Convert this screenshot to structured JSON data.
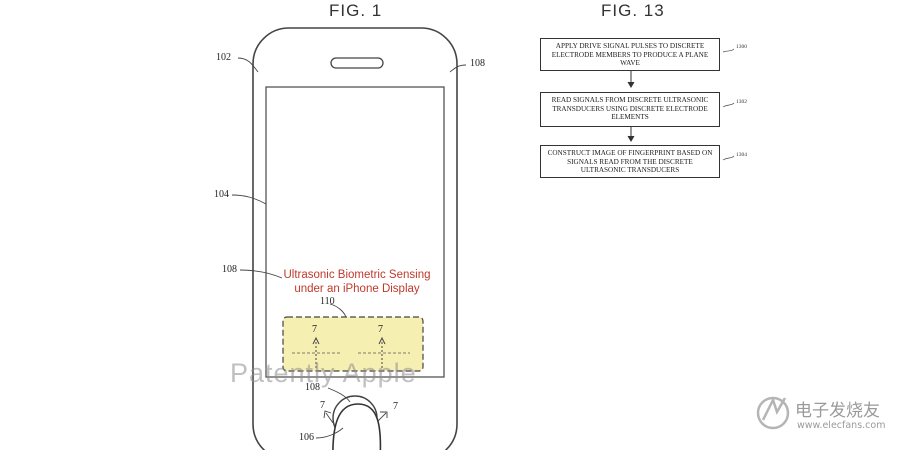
{
  "fig1": {
    "title": "FIG. 1",
    "refs": {
      "r102": "102",
      "r108_top": "108",
      "r104": "104",
      "r108_mid": "108",
      "r110": "110",
      "r108_bottom": "108",
      "r106": "106",
      "seven_a": "7",
      "seven_b": "7",
      "seven_c": "7",
      "seven_d": "7"
    },
    "caption_line1": "Ultrasonic Biometric Sensing",
    "caption_line2": "under an iPhone Display"
  },
  "fig13": {
    "title": "FIG. 13",
    "steps": [
      {
        "text": "APPLY DRIVE SIGNAL PULSES TO DISCRETE ELECTRODE MEMBERS TO PRODUCE A PLANE WAVE",
        "ref": "1300"
      },
      {
        "text": "READ SIGNALS FROM DISCRETE ULTRASONIC TRANSDUCERS USING DISCRETE ELECTRODE ELEMENTS",
        "ref": "1302"
      },
      {
        "text": "CONSTRUCT IMAGE OF FINGERPRINT BASED ON SIGNALS READ FROM THE DISCRETE ULTRASONIC TRANSDUCERS",
        "ref": "1304"
      }
    ]
  },
  "watermark": "Patently Apple",
  "logo": {
    "cn": "电子发烧友",
    "url": "www.elecfans.com"
  }
}
